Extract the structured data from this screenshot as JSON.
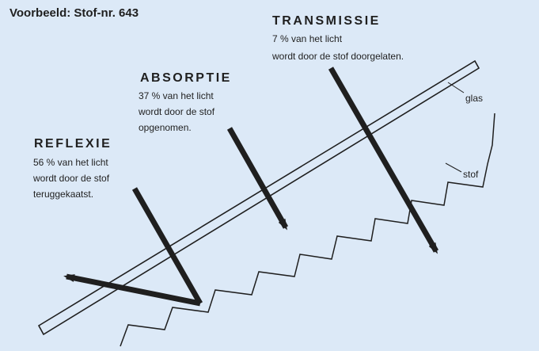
{
  "title": "Voorbeeld: Stof-nr. 643",
  "transmissie": {
    "heading": "TRANSMISSIE",
    "line1": "7 % van het licht",
    "line2": "wordt door de stof doorgelaten."
  },
  "absorptie": {
    "heading": "ABSORPTIE",
    "line1": "37 % van het licht",
    "line2": "wordt door de stof",
    "line3": "opgenomen."
  },
  "reflexie": {
    "heading": "REFLEXIE",
    "line1": "56 % van het licht",
    "line2": "wordt door de stof",
    "line3": "teruggekaatst."
  },
  "labels": {
    "glas": "glas",
    "stof": "stof"
  },
  "colors": {
    "background": "#dce9f7",
    "ink": "#1f1f1f"
  }
}
